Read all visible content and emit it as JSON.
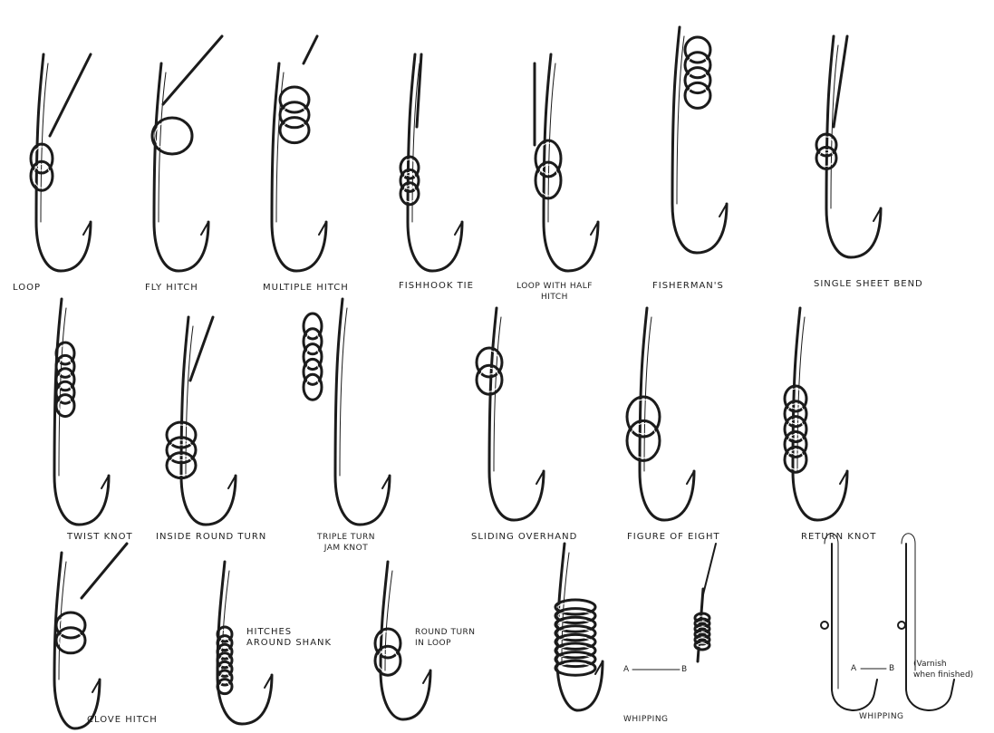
{
  "figures": [
    {
      "id": "loop",
      "label": "LOOP"
    },
    {
      "id": "fly-hitch",
      "label": "FLY HITCH"
    },
    {
      "id": "multiple-hitch",
      "label": "MULTIPLE HITCH"
    },
    {
      "id": "fishhook-tie",
      "label": "FISHHOOK TIE"
    },
    {
      "id": "loop-half-hitch",
      "label": "LOOP WITH HALF\nHITCH"
    },
    {
      "id": "fishermans",
      "label": "FISHERMAN'S"
    },
    {
      "id": "single-sheet-bend",
      "label": "SINGLE SHEET BEND"
    },
    {
      "id": "twist-knot",
      "label": "TWIST KNOT"
    },
    {
      "id": "inside-round-turn",
      "label": "INSIDE ROUND TURN"
    },
    {
      "id": "triple-turn-jam",
      "label": "TRIPLE TURN\nJAM KNOT"
    },
    {
      "id": "sliding-overhand",
      "label": "SLIDING OVERHAND"
    },
    {
      "id": "figure-of-eight",
      "label": "FIGURE OF EIGHT"
    },
    {
      "id": "return-knot",
      "label": "RETURN KNOT"
    },
    {
      "id": "clove-hitch",
      "label": "CLOVE HITCH"
    },
    {
      "id": "hitches-shank",
      "label": "HITCHES\nAROUND SHANK"
    },
    {
      "id": "round-turn-loop",
      "label": "ROUND TURN\nIN LOOP"
    },
    {
      "id": "whipping-1",
      "label": "WHIPPING"
    },
    {
      "id": "whipping-2",
      "label": "WHIPPING"
    }
  ],
  "annotations": {
    "a1": "A",
    "b1": "B",
    "a2": "A",
    "b2": "B",
    "varnish": "(Varnish\nwhen finished)"
  }
}
